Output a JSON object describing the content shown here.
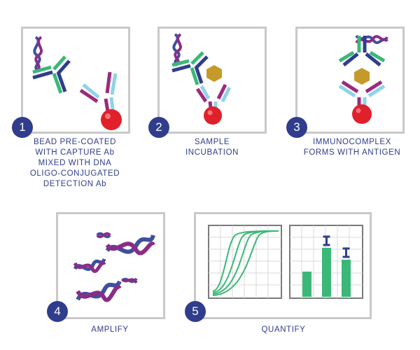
{
  "steps": [
    {
      "number": "1",
      "caption_lines": [
        "BEAD PRE-COATED",
        "WITH CAPTURE Ab",
        "MIXED WITH DNA",
        "OLIGO-CONJUGATED",
        "DETECTION Ab"
      ]
    },
    {
      "number": "2",
      "caption_lines": [
        "SAMPLE",
        "INCUBATION"
      ]
    },
    {
      "number": "3",
      "caption_lines": [
        "IMMUNOCOMPLEX",
        "FORMS WITH ANTIGEN"
      ]
    },
    {
      "number": "4",
      "caption_lines": [
        "AMPLIFY"
      ]
    },
    {
      "number": "5",
      "caption_lines": [
        "QUANTIFY"
      ]
    }
  ],
  "colors": {
    "frame": "#c9c9c9",
    "badge": "#2f3d8c",
    "caption": "#2f3d8c",
    "antibody_green": "#3bb878",
    "antibody_navy": "#2f3d8c",
    "antibody_purple": "#9b2a7e",
    "antibody_lightblue": "#8fd3e8",
    "antigen": "#c59a2a",
    "bead": "#e0202b",
    "dna_blue": "#3f4fa0",
    "dna_purple": "#8a2d86",
    "curve": "#3bb878",
    "bar": "#3bb878"
  },
  "chart_data": {
    "type": "bar",
    "categories": [
      "",
      "",
      ""
    ],
    "values": [
      0.36,
      0.7,
      0.53
    ]
  }
}
